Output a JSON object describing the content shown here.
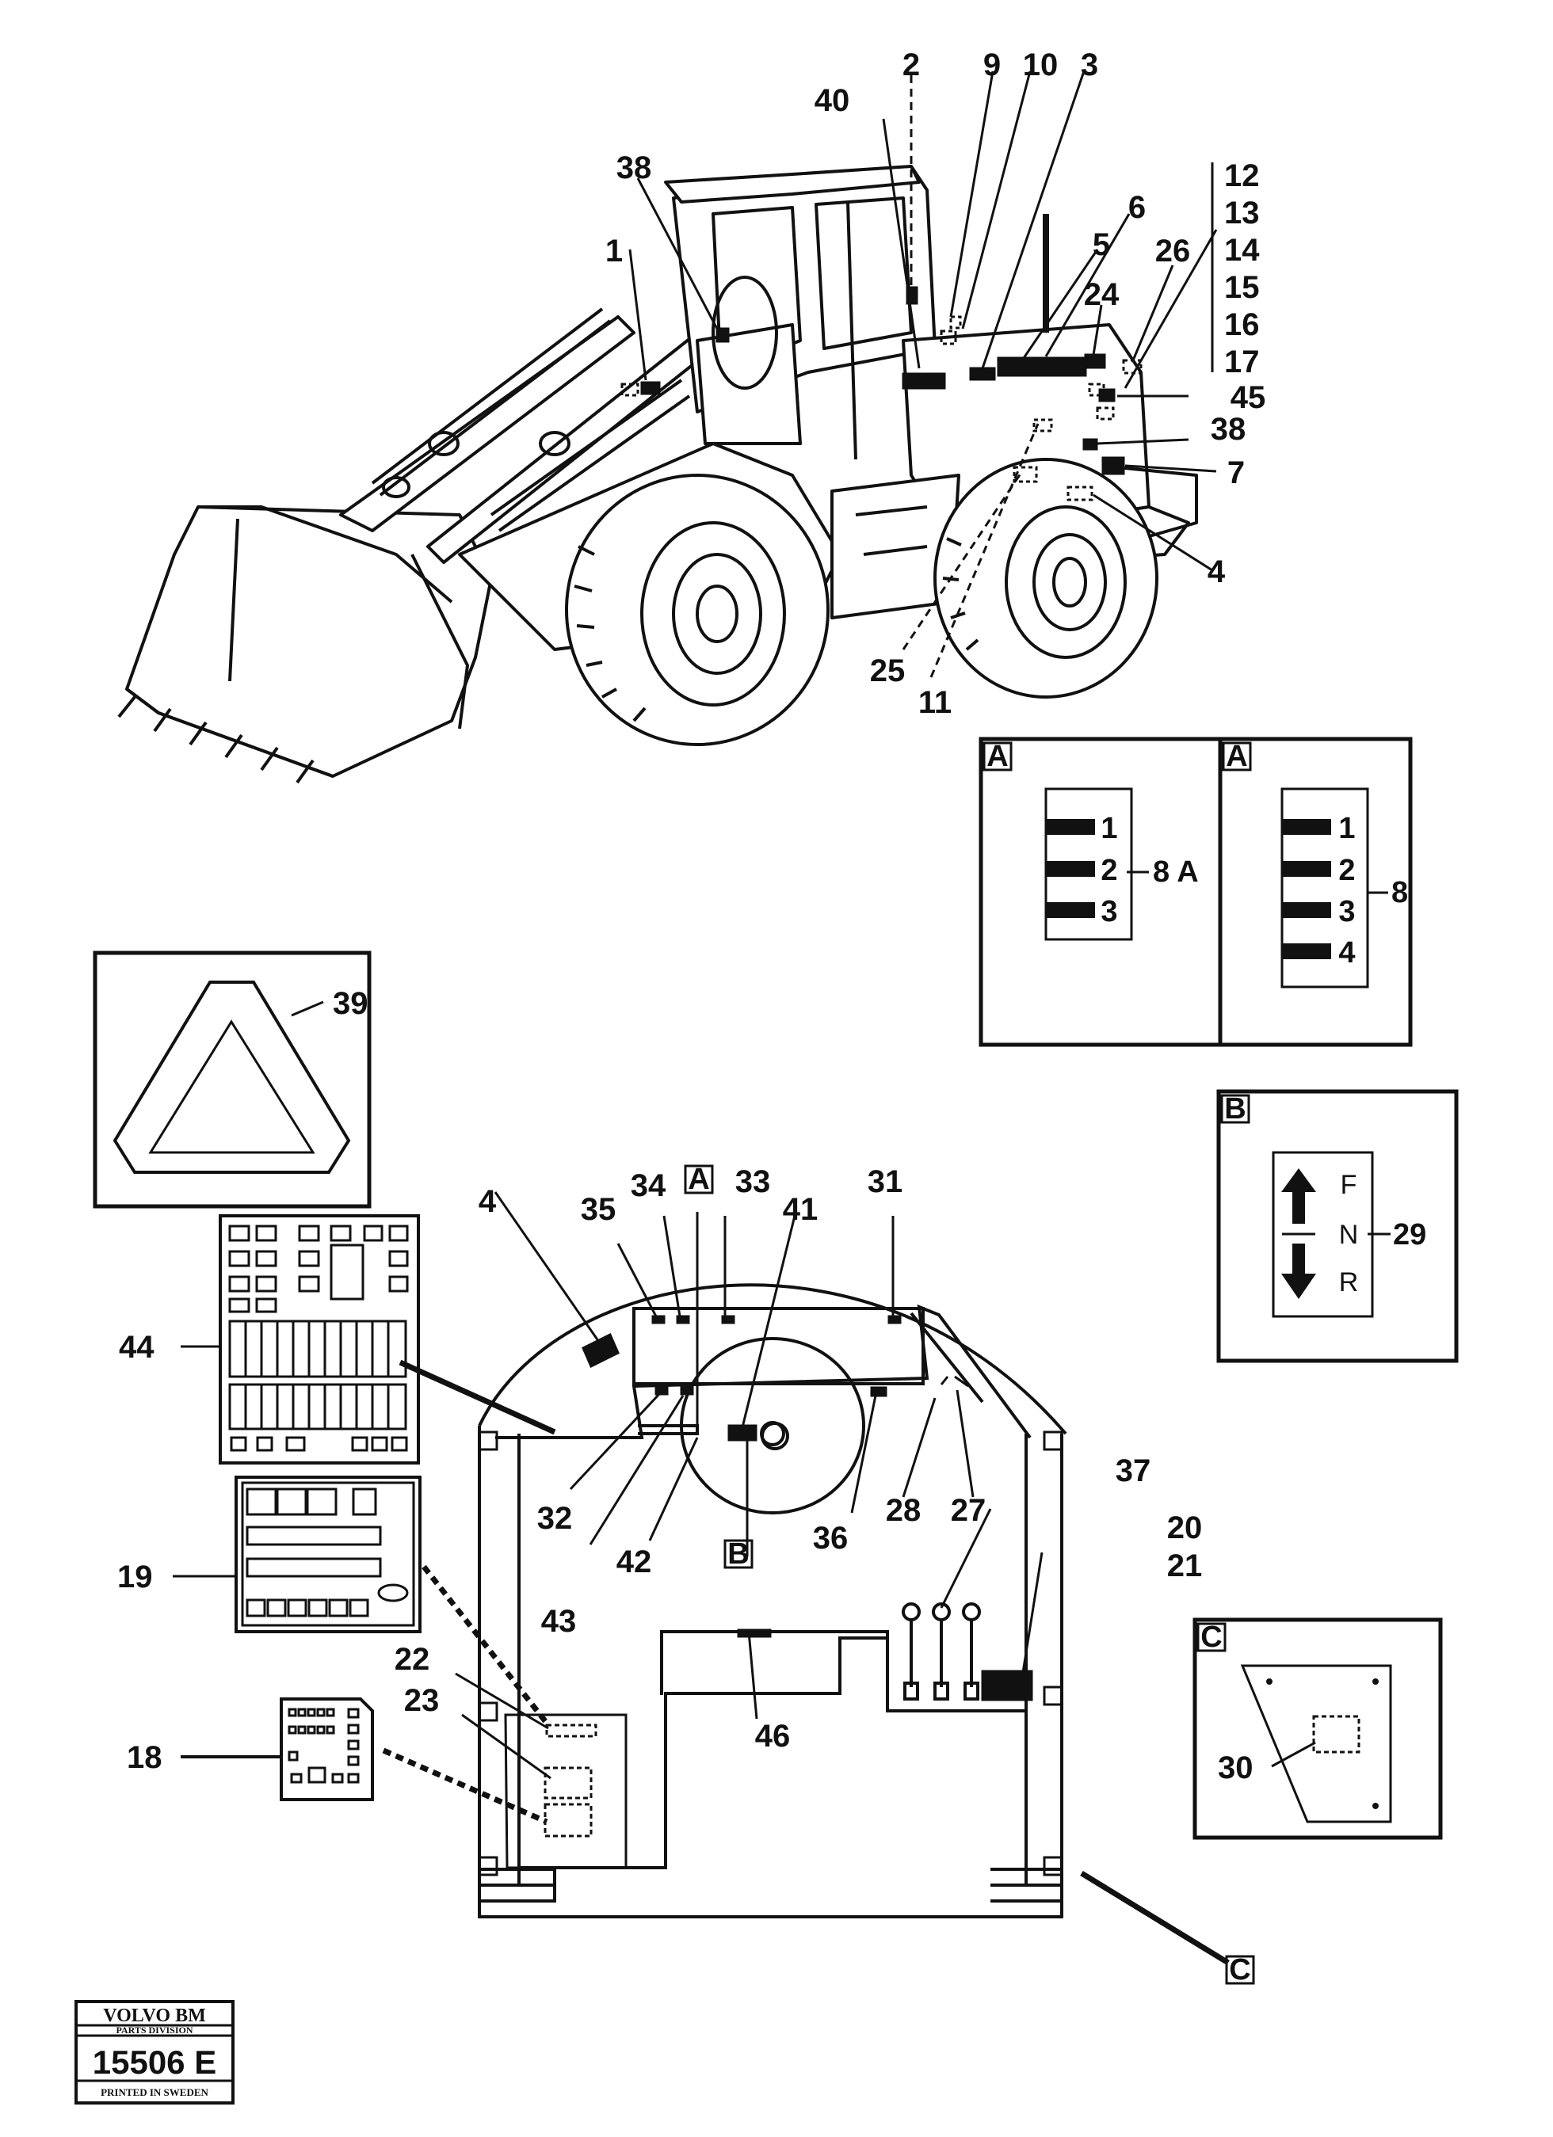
{
  "callouts": {
    "c1": "1",
    "c2": "2",
    "c3": "3",
    "c4": "4",
    "c4b": "4",
    "c5": "5",
    "c6": "6",
    "c7": "7",
    "c9": "9",
    "c10": "10",
    "c11": "11",
    "c12": "12",
    "c13": "13",
    "c14": "14",
    "c15": "15",
    "c16": "16",
    "c17": "17",
    "c18": "18",
    "c19": "19",
    "c20": "20",
    "c21": "21",
    "c22": "22",
    "c23": "23",
    "c24": "24",
    "c25": "25",
    "c26": "26",
    "c27": "27",
    "c28": "28",
    "c30": "30",
    "c31": "31",
    "c32": "32",
    "c33": "33",
    "c34": "34",
    "c35": "35",
    "c36": "36",
    "c37": "37",
    "c38": "38",
    "c38b": "38",
    "c39": "39",
    "c40": "40",
    "c41": "41",
    "c42": "42",
    "c43": "43",
    "c44": "44",
    "c45": "45",
    "c46": "46"
  },
  "panel_a1": {
    "tag": "A",
    "rows": [
      "1",
      "2",
      "3"
    ],
    "callout": "8 A"
  },
  "panel_a2": {
    "tag": "A",
    "rows": [
      "1",
      "2",
      "3",
      "4"
    ],
    "callout": "8"
  },
  "panel_b": {
    "tag": "B",
    "f": "F",
    "n": "N",
    "r": "R",
    "callout": "29"
  },
  "panel_c": {
    "tag": "C"
  },
  "dash_refs": {
    "a": "A",
    "b": "B",
    "c": "C"
  },
  "logo": {
    "brand": "VOLVO BM",
    "division": "PARTS DIVISION",
    "number": "15506 E",
    "printed": "PRINTED IN SWEDEN"
  }
}
